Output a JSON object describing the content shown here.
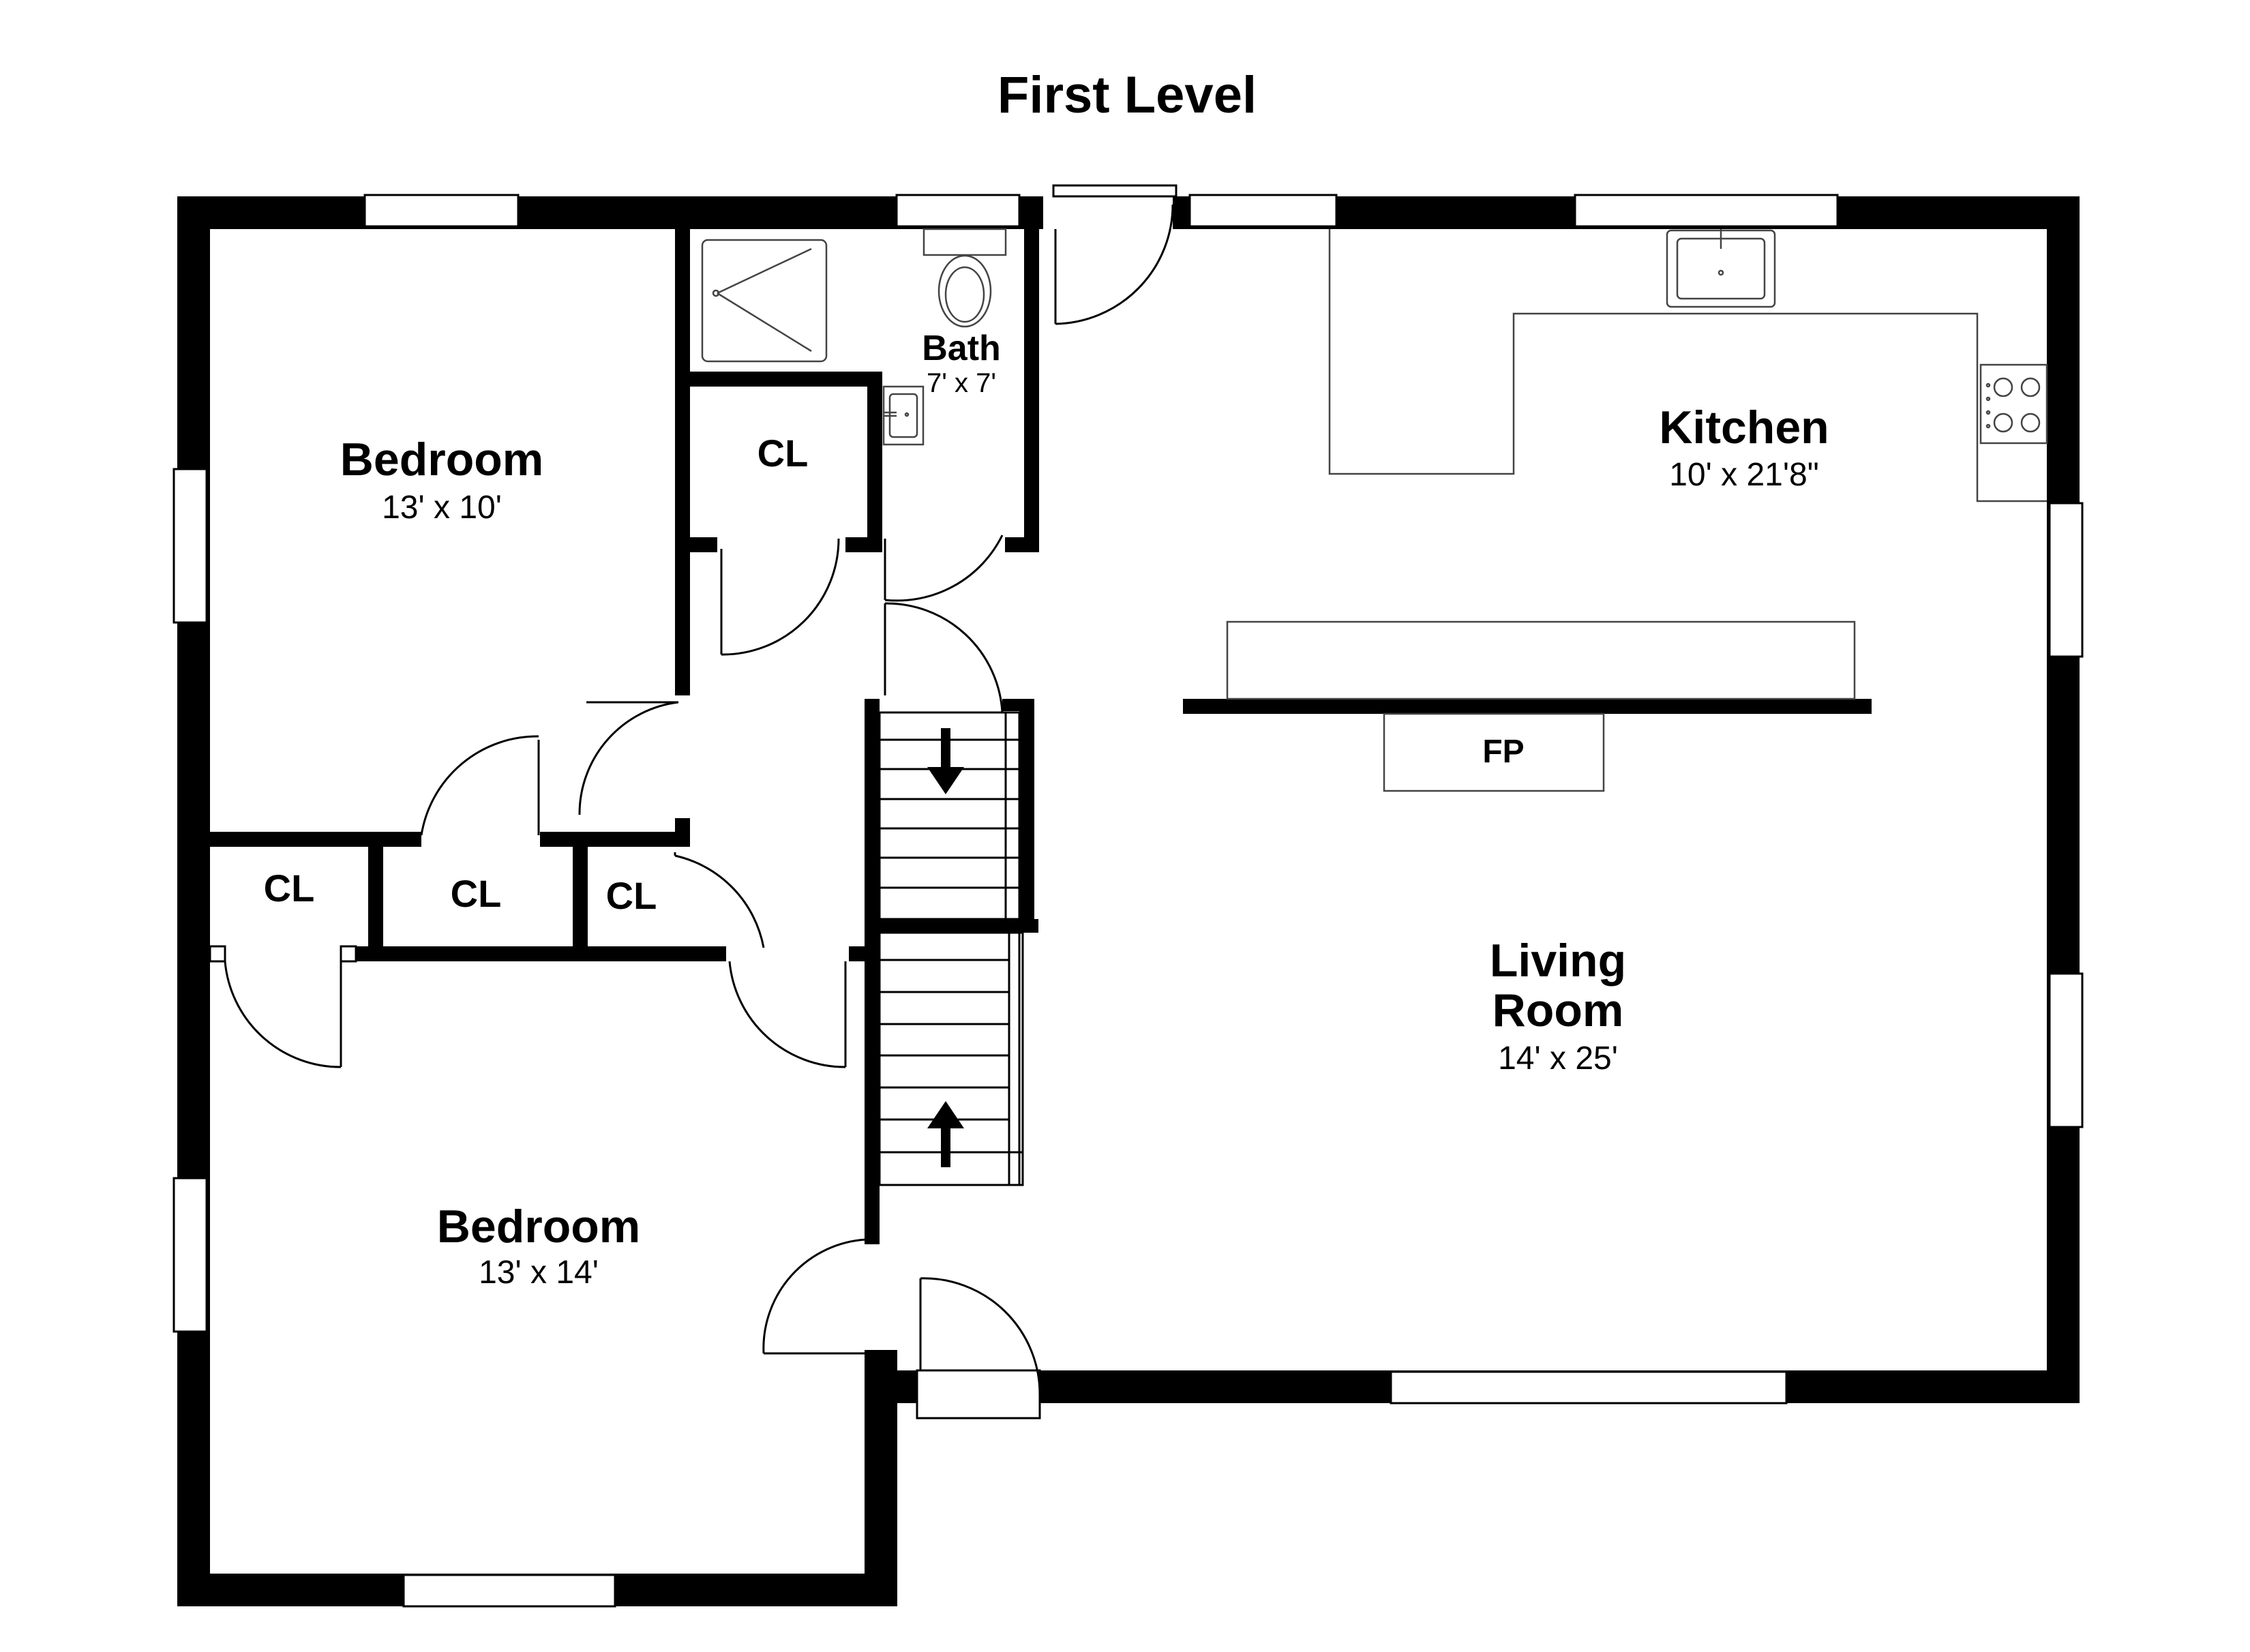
{
  "title": "First Level",
  "rooms": {
    "bedroom_upper": {
      "name": "Bedroom",
      "dims": "13' x 10'"
    },
    "bedroom_lower": {
      "name": "Bedroom",
      "dims": "13' x 14'"
    },
    "bath": {
      "name": "Bath",
      "dims": "7' x 7'"
    },
    "kitchen": {
      "name": "Kitchen",
      "dims": "10' x 21'8\""
    },
    "living": {
      "name_line1": "Living",
      "name_line2": "Room",
      "dims": "14' x 25'"
    }
  },
  "closets": [
    "CL",
    "CL",
    "CL",
    "CL"
  ],
  "fireplace": "FP"
}
